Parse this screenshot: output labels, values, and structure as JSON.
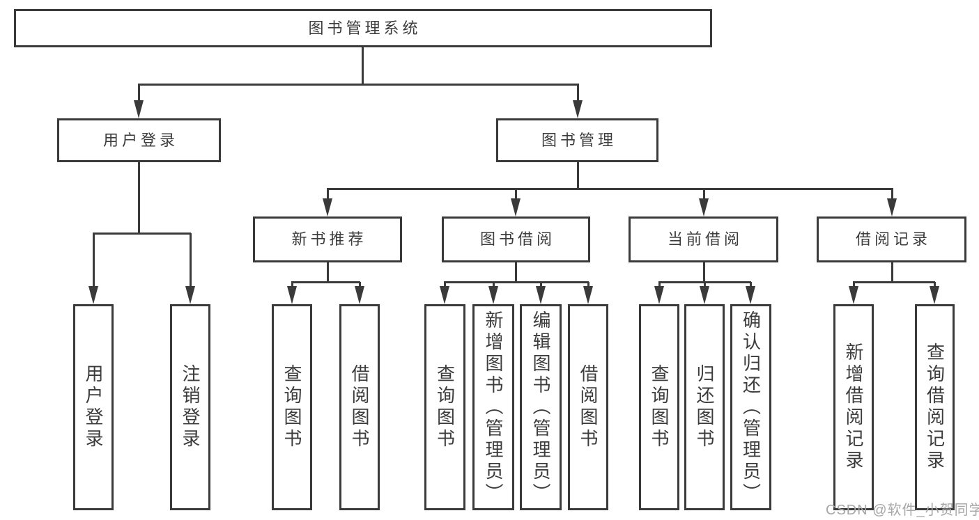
{
  "diagram": {
    "root": {
      "label": "图书管理系统"
    },
    "level2": [
      {
        "label": "用户登录"
      },
      {
        "label": "图书管理"
      }
    ],
    "level3": [
      {
        "label": "新书推荐"
      },
      {
        "label": "图书借阅"
      },
      {
        "label": "当前借阅"
      },
      {
        "label": "借阅记录"
      }
    ],
    "leaves": {
      "user_login": [
        {
          "label": "用户登录"
        },
        {
          "label": "注销登录"
        }
      ],
      "new_book_recommend": [
        {
          "label": "查询图书"
        },
        {
          "label": "借阅图书"
        }
      ],
      "book_borrow": [
        {
          "label": "查询图书"
        },
        {
          "label": "新增图书（管理员）"
        },
        {
          "label": "编辑图书（管理员）"
        },
        {
          "label": "借阅图书"
        }
      ],
      "current_borrow": [
        {
          "label": "查询图书"
        },
        {
          "label": "归还图书"
        },
        {
          "label": "确认归还（管理员）"
        }
      ],
      "borrow_records": [
        {
          "label": "新增借阅记录"
        },
        {
          "label": "查询借阅记录"
        }
      ]
    }
  },
  "watermark": {
    "text": "CSDN @软件_小贺同学"
  },
  "colors": {
    "line": "#3a3a3a",
    "text": "#3c3c3c",
    "watermark": "#a6a6a6",
    "background": "#ffffff"
  }
}
